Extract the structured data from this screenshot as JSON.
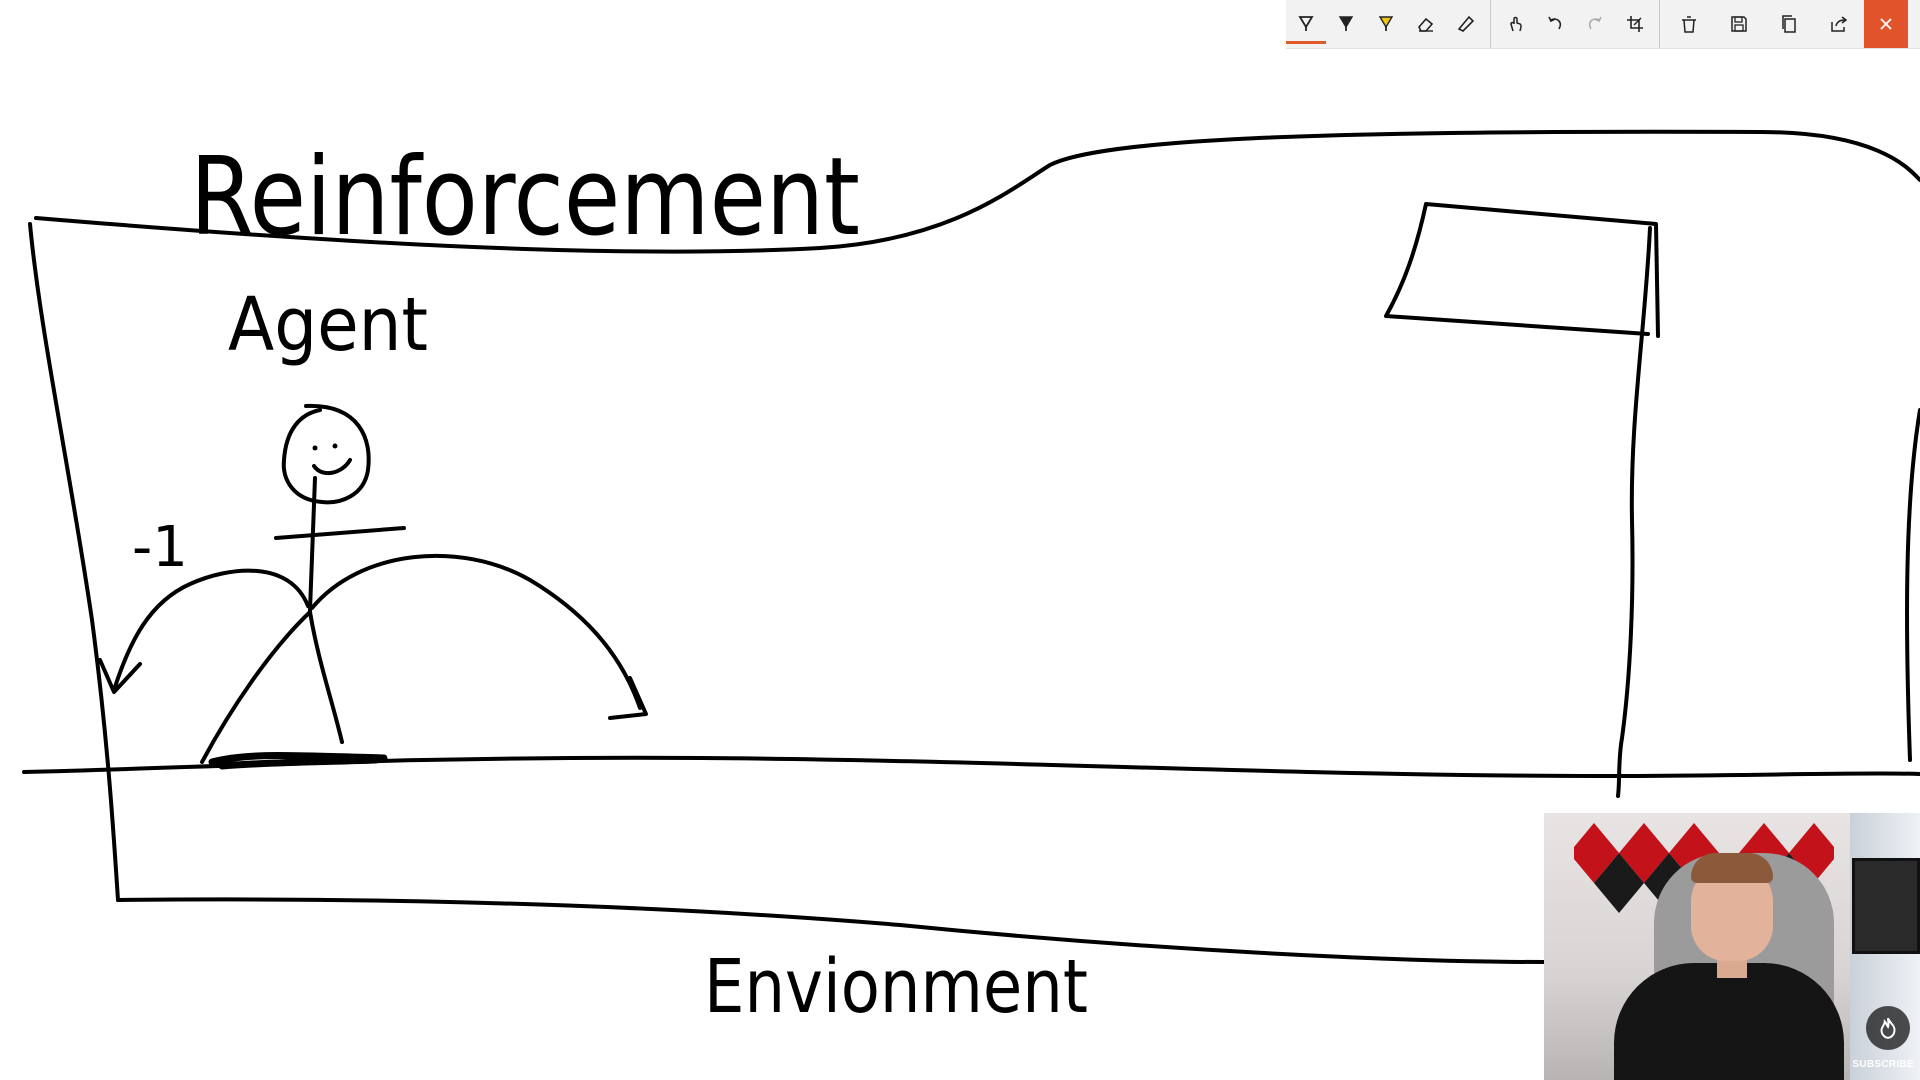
{
  "whiteboard": {
    "title_word": "Reinforcement",
    "agent_label": "Agent",
    "environment_label": "Envionment",
    "reward_label": "-1"
  },
  "toolbar": {
    "tools": [
      {
        "name": "ballpoint-pen",
        "icon": "pen-icon",
        "active": true
      },
      {
        "name": "pencil",
        "icon": "pencil-icon"
      },
      {
        "name": "highlighter",
        "icon": "highlighter-icon",
        "color": "#f0c419"
      },
      {
        "name": "eraser",
        "icon": "eraser-icon"
      },
      {
        "name": "ruler",
        "icon": "ruler-icon"
      },
      {
        "name": "touch-writing",
        "icon": "touch-icon"
      },
      {
        "name": "undo",
        "icon": "undo-icon"
      },
      {
        "name": "redo",
        "icon": "redo-icon",
        "disabled": true
      },
      {
        "name": "crop",
        "icon": "crop-icon"
      },
      {
        "name": "delete",
        "icon": "trash-icon"
      },
      {
        "name": "save",
        "icon": "save-icon"
      },
      {
        "name": "copy",
        "icon": "copy-icon"
      },
      {
        "name": "share",
        "icon": "share-icon"
      },
      {
        "name": "close",
        "icon": "close-icon"
      }
    ],
    "accent_color": "#e05a2b",
    "close_color": "#e0532b"
  },
  "webcam": {
    "badge_text": "SUBSCRIBE"
  }
}
